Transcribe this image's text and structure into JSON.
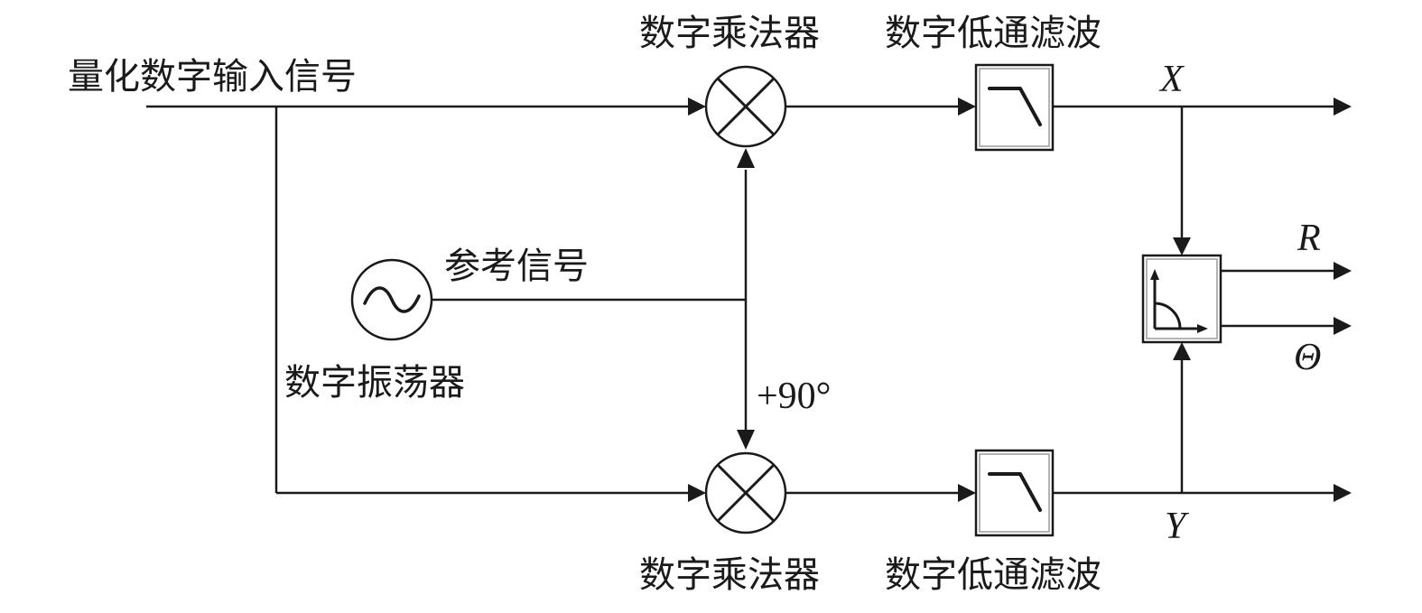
{
  "labels": {
    "input": "量化数字输入信号",
    "multiplier_top": "数字乘法器",
    "multiplier_bottom": "数字乘法器",
    "lpf_top": "数字低通滤波",
    "lpf_bottom": "数字低通滤波",
    "reference": "参考信号",
    "oscillator": "数字振荡器",
    "phase_shift": "+90°",
    "out_x": "X",
    "out_y": "Y",
    "out_r": "R",
    "out_theta": "Θ"
  },
  "icons": {
    "multiplier": "multiply-circle-icon",
    "oscillator": "sine-wave-icon",
    "lowpass": "lowpass-filter-icon",
    "polar": "polar-converter-icon"
  },
  "colors": {
    "stroke": "#1a1a1a",
    "background": "#ffffff"
  }
}
